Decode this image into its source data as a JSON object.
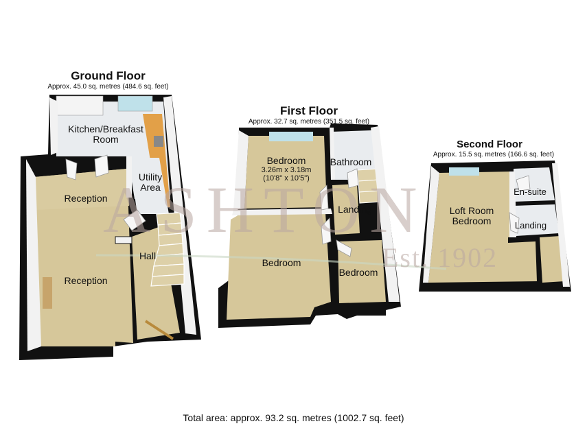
{
  "floors": {
    "ground": {
      "title": "Ground Floor",
      "area": "Approx. 45.0 sq. metres (484.6 sq. feet)",
      "rooms": {
        "kitchen": "Kitchen/Breakfast Room",
        "utility": "Utility Area",
        "reception_top": "Reception",
        "reception_bottom": "Reception",
        "hall": "Hall"
      }
    },
    "first": {
      "title": "First Floor",
      "area": "Approx. 32.7 sq. metres (351.5 sq. feet)",
      "rooms": {
        "bedroom_top": "Bedroom",
        "bedroom_top_dim_m": "3.26m x 3.18m",
        "bedroom_top_dim_ft": "(10'8\" x 10'5\")",
        "bathroom": "Bathroom",
        "landing": "Landing",
        "bedroom_large": "Bedroom",
        "bedroom_small": "Bedroom"
      }
    },
    "second": {
      "title": "Second Floor",
      "area": "Approx. 15.5 sq. metres (166.6 sq. feet)",
      "rooms": {
        "loft": "Loft Room Bedroom",
        "ensuite": "En-suite",
        "landing": "Landing"
      }
    }
  },
  "watermark": {
    "name": "ASHTON",
    "est": "Est. 1902"
  },
  "total_area": "Total area: approx. 93.2 sq. metres (1002.7 sq. feet)",
  "colors": {
    "wall": "#111111",
    "wall_light": "#f2f2f2",
    "carpet": "#d6c79a",
    "tile": "#e9ecef",
    "stairs": "#ddd0a8",
    "worktop": "#e2a048",
    "glass": "#bfe1ea"
  }
}
